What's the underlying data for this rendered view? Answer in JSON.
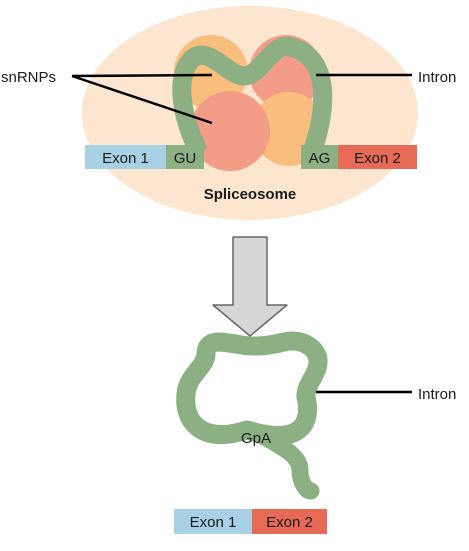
{
  "labels": {
    "snrnps": "snRNPs",
    "intron_top": "Intron",
    "intron_bottom": "Intron",
    "exon1_top": "Exon 1",
    "exon2_top": "Exon 2",
    "gu": "GU",
    "ag": "AG",
    "spliceosome": "Spliceosome",
    "gpa": "GpA",
    "exon1_bottom": "Exon 1",
    "exon2_bottom": "Exon 2"
  },
  "colors": {
    "spliceosome_body": "#fde6d0",
    "snrnp_orange": "#f9bd7d",
    "snrnp_salmon": "#f39c87",
    "intron_green": "#8caf84",
    "exon1": "#a8d1e5",
    "exon2": "#e66a55",
    "arrow_fill": "#d6d6d6",
    "arrow_stroke": "#666666",
    "line": "#000000"
  }
}
